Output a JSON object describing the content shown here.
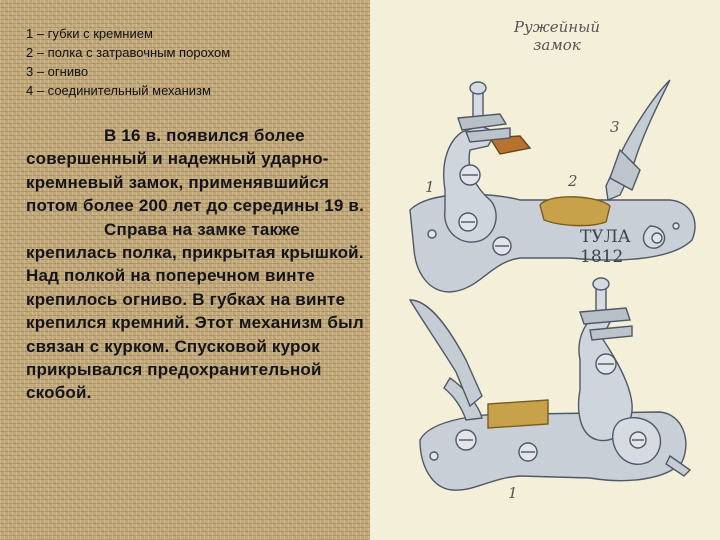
{
  "legend": {
    "items": [
      "1 – губки с кремнием",
      "2 – полка с затравочным порохом",
      "3 – огниво",
      "4 – соединительный механизм"
    ]
  },
  "text": {
    "p1": "В 16 в. появился более совершенный и надежный ударно-кремневый замок, применявшийся потом более 200 лет до середины 19 в.",
    "p2": "Справа на замке также крепилась полка, прикрытая крышкой. Над полкой на поперечном винте крепилось огниво. В губках на винте крепился кремний. Этот механизм был связан с курком. Спусковой курок прикрывался предохранительной скобой."
  },
  "figure": {
    "title": "Ружейный замок",
    "stamp_line1": "ТУЛА",
    "stamp_line2": "1812",
    "labels": {
      "n1_top": "1",
      "n2": "2",
      "n3": "3",
      "n1_bottom": "1"
    }
  },
  "colors": {
    "metal": "#c9cfd6",
    "metal_dark": "#5e6874",
    "brass": "#c8a24a",
    "panel_bg": "#f4efd9"
  }
}
